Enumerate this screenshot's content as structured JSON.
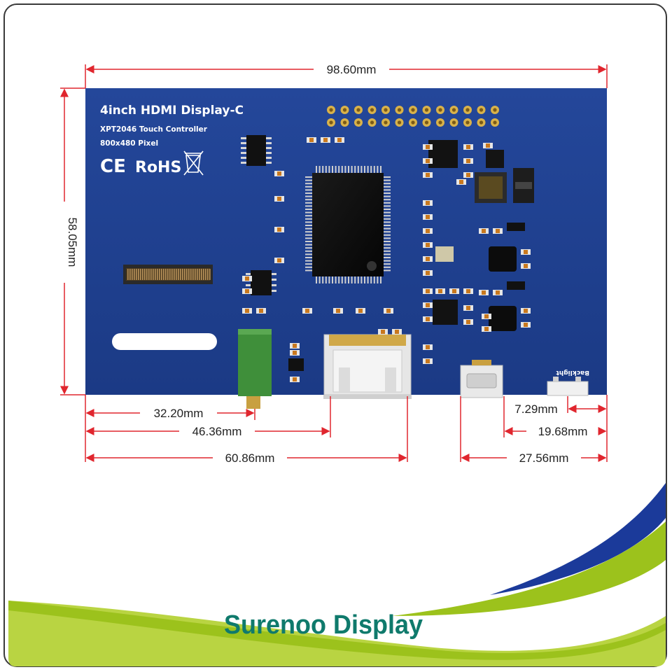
{
  "board": {
    "title": "4inch HDMI Display-C",
    "subtitle": "XPT2046 Touch Controller",
    "resolution": "800x480 Pixel",
    "cert_ce": "CE",
    "cert_rohs": "RoHS",
    "backlight_label": "Backlight",
    "pcb_color": "#1e3f8c"
  },
  "dimensions": {
    "width": "98.60mm",
    "height": "58.05mm",
    "audio_offset": "32.20mm",
    "hdmi_left": "46.36mm",
    "hdmi_right": "60.86mm",
    "backlight_offset": "7.29mm",
    "backlight_width": "19.68mm",
    "usb_offset": "27.56mm",
    "line_color": "#e0262e"
  },
  "brand": {
    "name": "Surenoo Display",
    "color": "#0f7a6c"
  },
  "decor": {
    "swoosh_blue": "#1b3a9a",
    "swoosh_green": "#9cc21c"
  }
}
